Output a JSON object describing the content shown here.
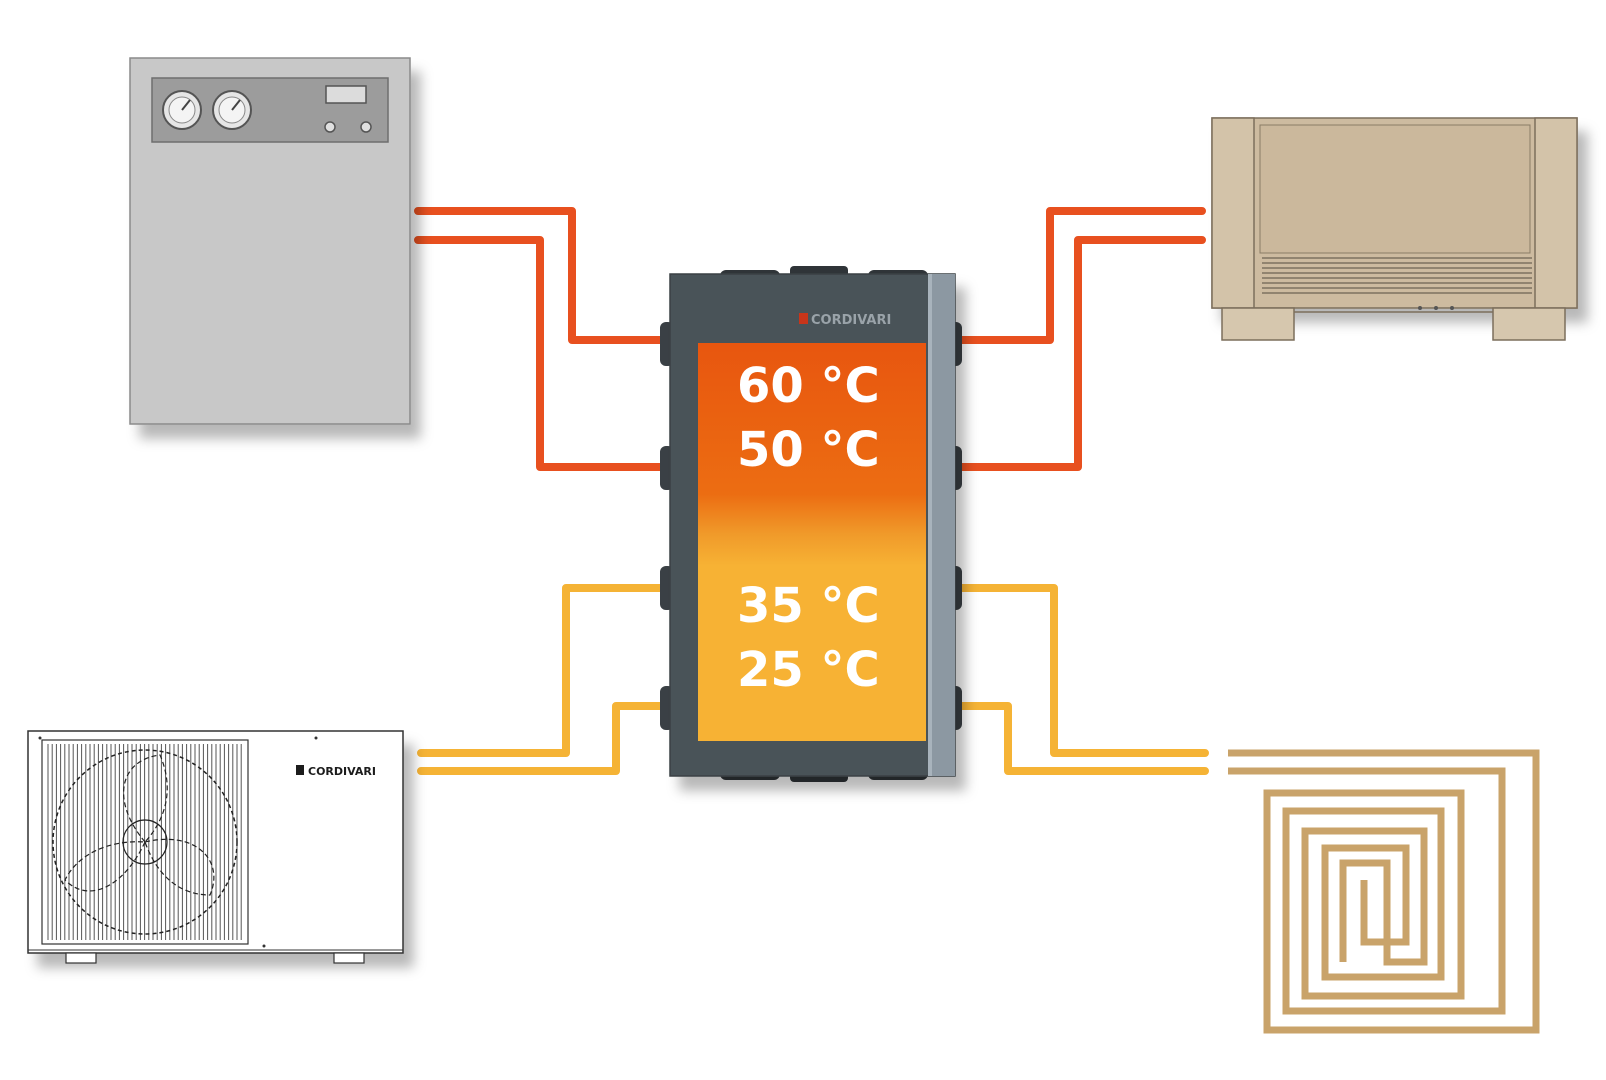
{
  "brand": {
    "logo_text": "CORDIVARI"
  },
  "tank": {
    "upper_temps": [
      "60 °C",
      "50 °C"
    ],
    "lower_temps": [
      "35 °C",
      "25 °C"
    ]
  },
  "colors": {
    "hot_pipe": "#e8501f",
    "warm_pipe": "#f5b335",
    "tank_hot": "#e8560f",
    "tank_warm": "#f7b234",
    "tank_body": "#4a5258",
    "boiler": "#c8c8c8",
    "fancoil": "#cdbba0",
    "floor_coil": "#c9a36a"
  },
  "icons": {
    "boiler": "boiler-icon",
    "heat_pump": "heat-pump-icon",
    "fancoil": "fancoil-icon",
    "floor_heating": "floor-heating-coil-icon"
  }
}
